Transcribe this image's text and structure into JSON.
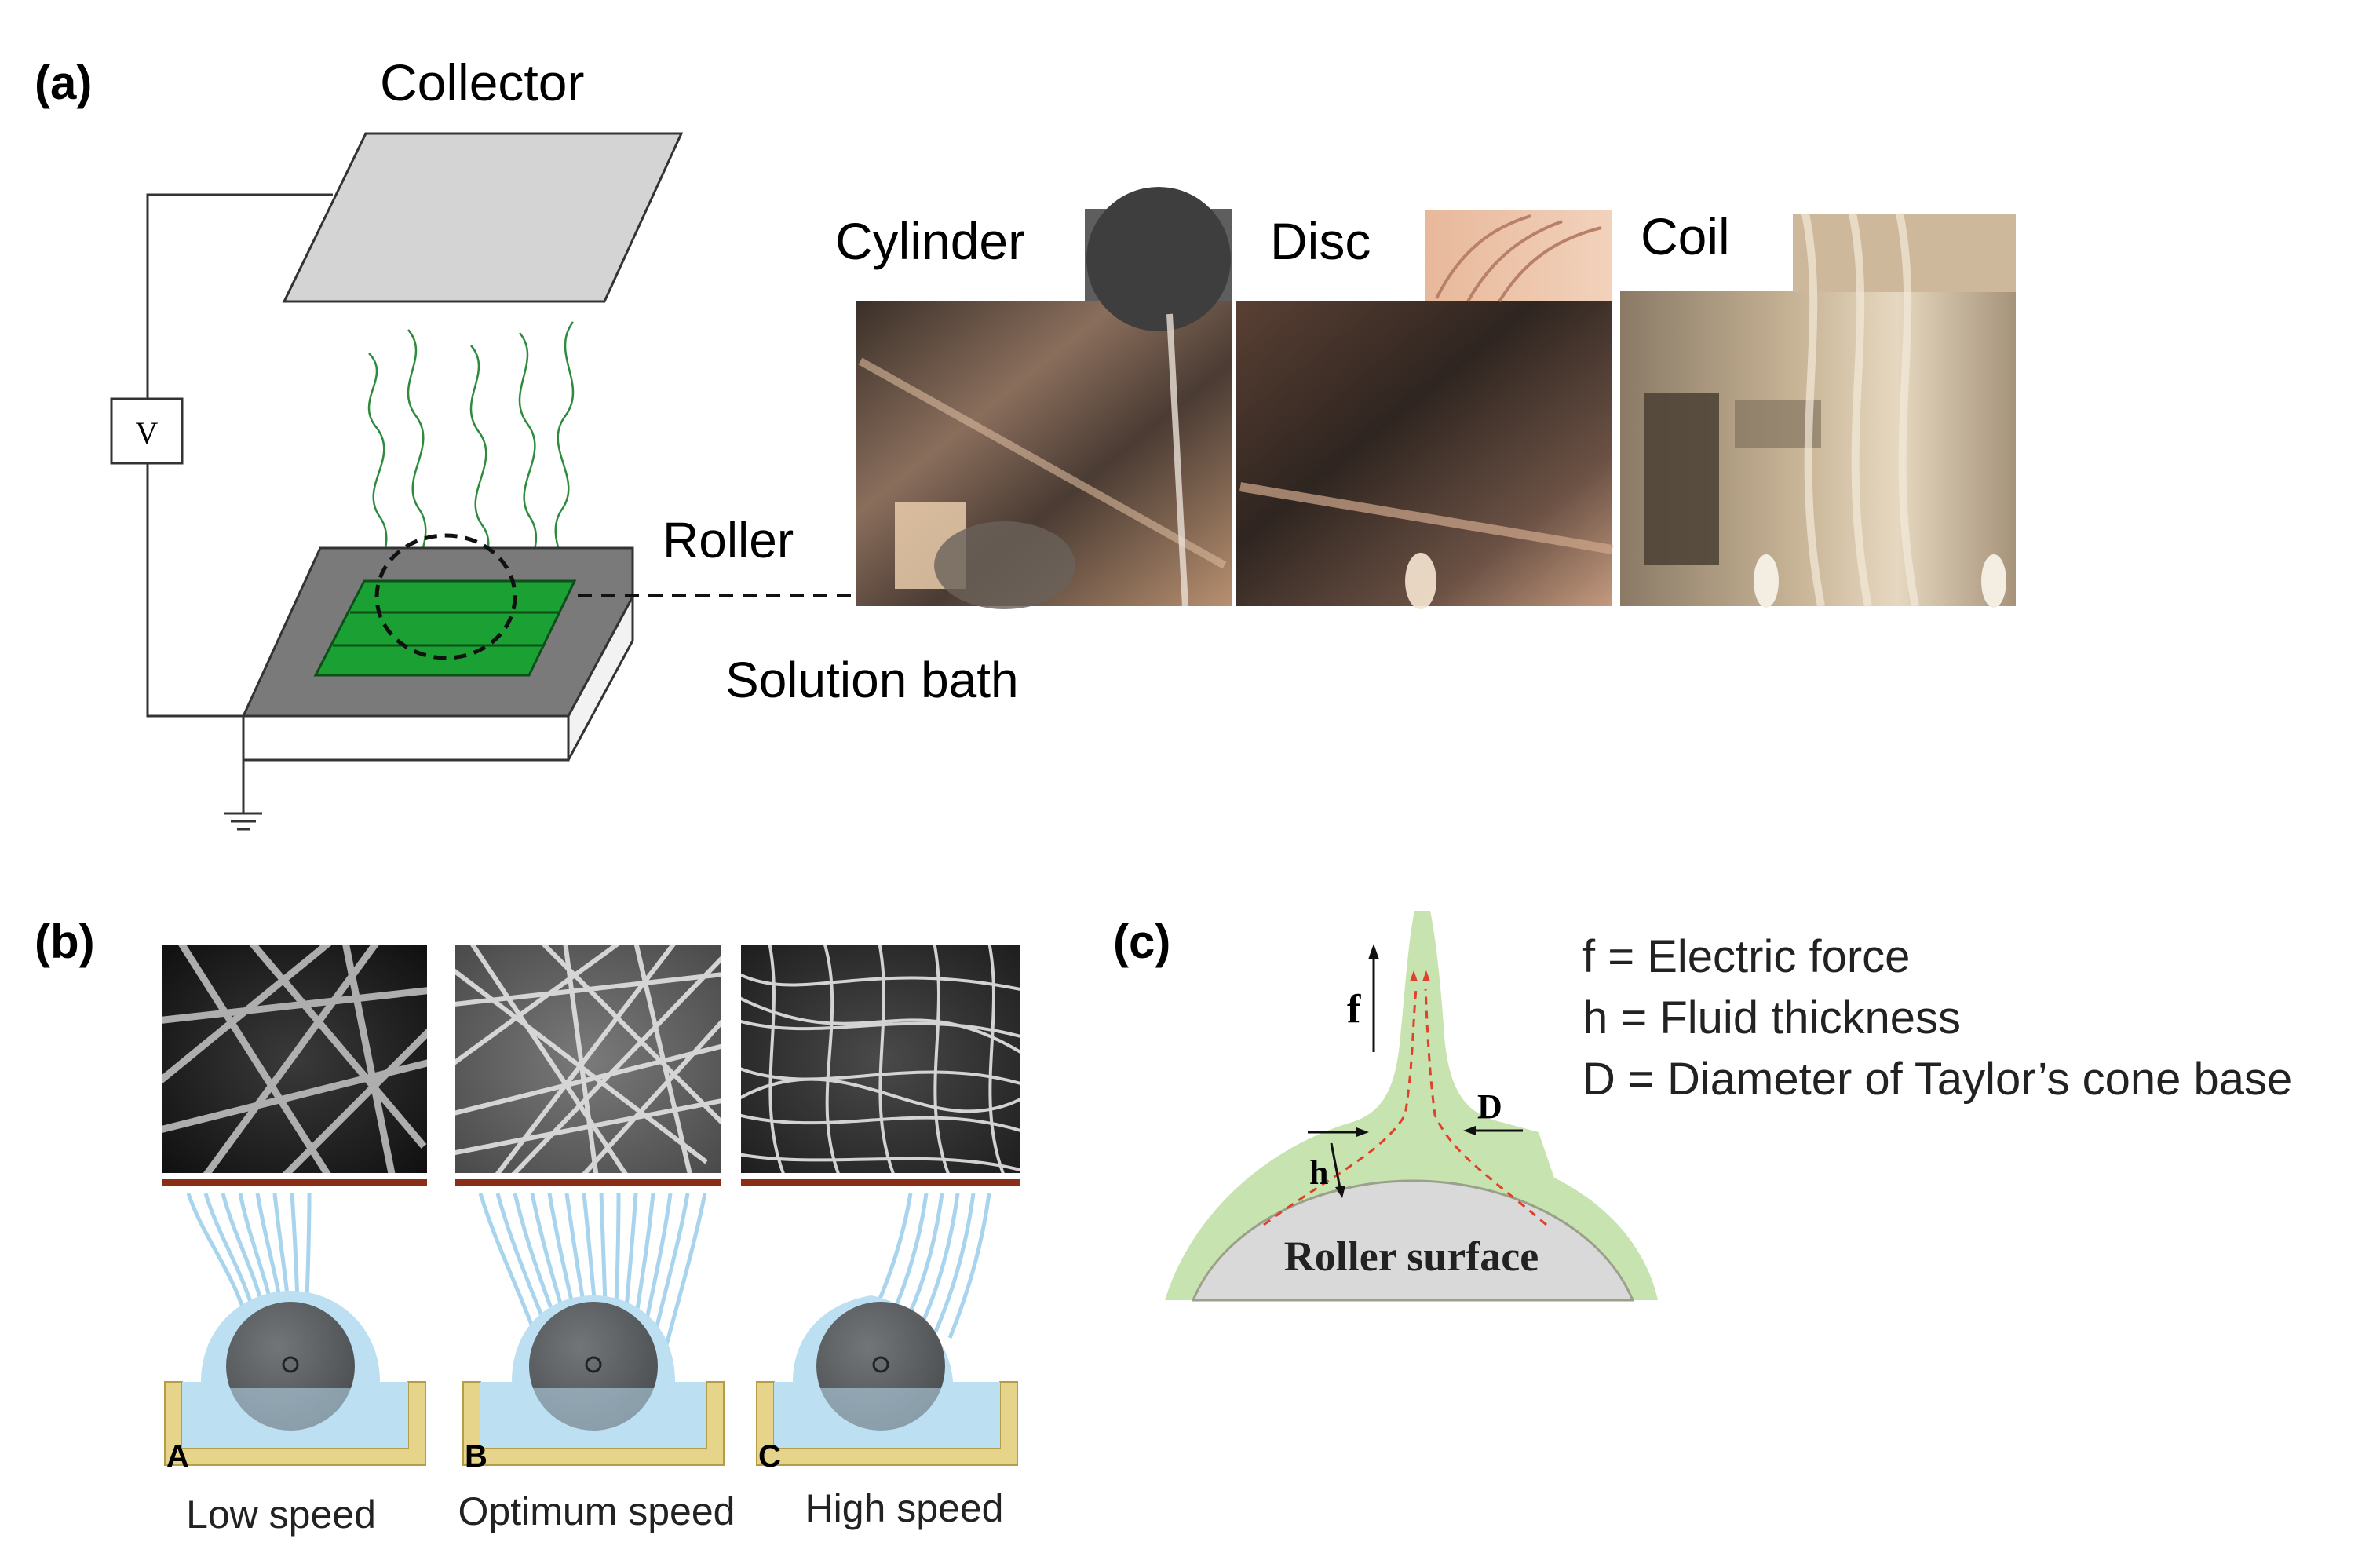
{
  "panel_a": {
    "letter": "(a)",
    "collector_label": "Collector",
    "voltage_label": "V",
    "roller_label": "Roller",
    "bath_label": "Solution bath",
    "photo_labels": [
      "Cylinder",
      "Disc",
      "Coil"
    ]
  },
  "panel_b": {
    "letter": "(b)",
    "units": [
      {
        "letter": "A",
        "caption": "Low speed"
      },
      {
        "letter": "B",
        "caption": "Optimum speed"
      },
      {
        "letter": "C",
        "caption": "High speed"
      }
    ]
  },
  "panel_c": {
    "letter": "(c)",
    "f_label": "f",
    "h_label": "h",
    "d_label": "D",
    "surface_label": "Roller surface",
    "legend": [
      "f = Electric force",
      "h = Fluid thickness",
      "D = Diameter of Taylor’s cone base"
    ]
  },
  "colors": {
    "fiber_green": "#2e8b3e",
    "roller_green": "#1aa033",
    "fluid_blue": "#bcdff2",
    "bath_gold": "#e6d48a",
    "collector_brown": "#8b2e18",
    "cone_green": "#c6e3b0"
  }
}
